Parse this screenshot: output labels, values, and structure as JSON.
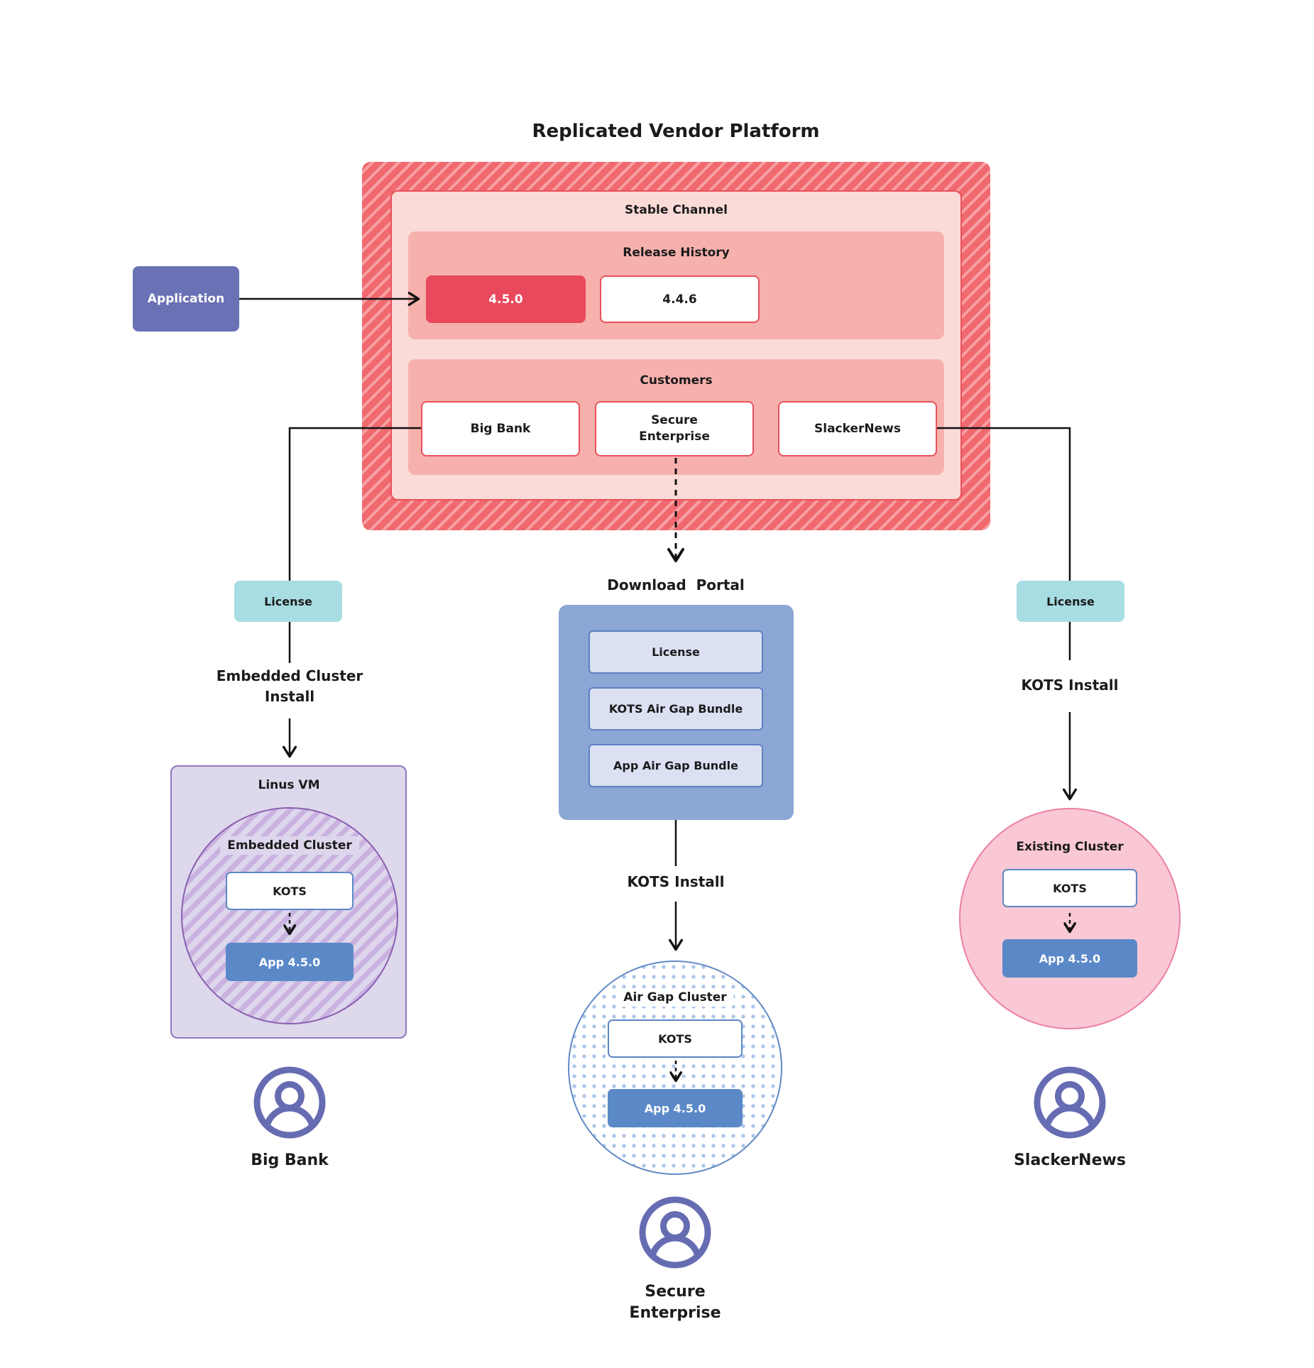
{
  "title": "Replicated Vendor Platform",
  "platform": {
    "stable_channel_label": "Stable Channel",
    "release_history_label": "Release History",
    "releases": [
      {
        "version": "4.5.0",
        "state": "current"
      },
      {
        "version": "4.4.6",
        "state": "previous"
      }
    ],
    "customers_label": "Customers",
    "customers": [
      "Big Bank",
      "Secure Enterprise",
      "SlackerNews"
    ]
  },
  "application_label": "Application",
  "branches": {
    "big_bank": {
      "license_label": "License",
      "install_label": "Embedded Cluster Install",
      "container_label": "Linus VM",
      "cluster_label": "Embedded Cluster",
      "kots_label": "KOTS",
      "app_label": "App 4.5.0",
      "user_label": "Big Bank"
    },
    "secure_enterprise": {
      "portal_label": "Download  Portal",
      "portal_items": [
        "License",
        "KOTS Air Gap Bundle",
        "App Air Gap Bundle"
      ],
      "install_label": "KOTS Install",
      "cluster_label": "Air Gap Cluster",
      "kots_label": "KOTS",
      "app_label": "App 4.5.0",
      "user_label": "Secure Enterprise"
    },
    "slackernews": {
      "license_label": "License",
      "install_label": "KOTS Install",
      "cluster_label": "Existing Cluster",
      "kots_label": "KOTS",
      "app_label": "App 4.5.0",
      "user_label": "SlackerNews"
    }
  },
  "colors": {
    "platform_hatch": "#f0696e",
    "platform_hatch_light": "#f7a0a4",
    "stable_channel_bg": "#fbdbd8",
    "stable_channel_border": "#e9505b",
    "section_bg": "#f7b1ad",
    "release_current_bg": "#e9495c",
    "release_box_border": "#e9505b",
    "application_bg": "#6a71b5",
    "license_bg": "#a8dde3",
    "portal_bg": "#8ca6d5",
    "portal_item_bg": "#dbe0f3",
    "portal_item_border": "#5d82c1",
    "app_version_bg": "#5b89c8",
    "kots_border": "#5d87c5",
    "vm_bg": "#ded8ec",
    "vm_border": "#8f77bd",
    "embedded_hatch": "#c9b2e0",
    "embedded_border": "#8a5fb0",
    "airgap_border": "#6189c6",
    "airgap_dot": "#aac6e8",
    "existing_bg": "#f9c8d4",
    "existing_border": "#ec7fa4",
    "user_icon": "#666cb2",
    "connector": "#111111"
  }
}
